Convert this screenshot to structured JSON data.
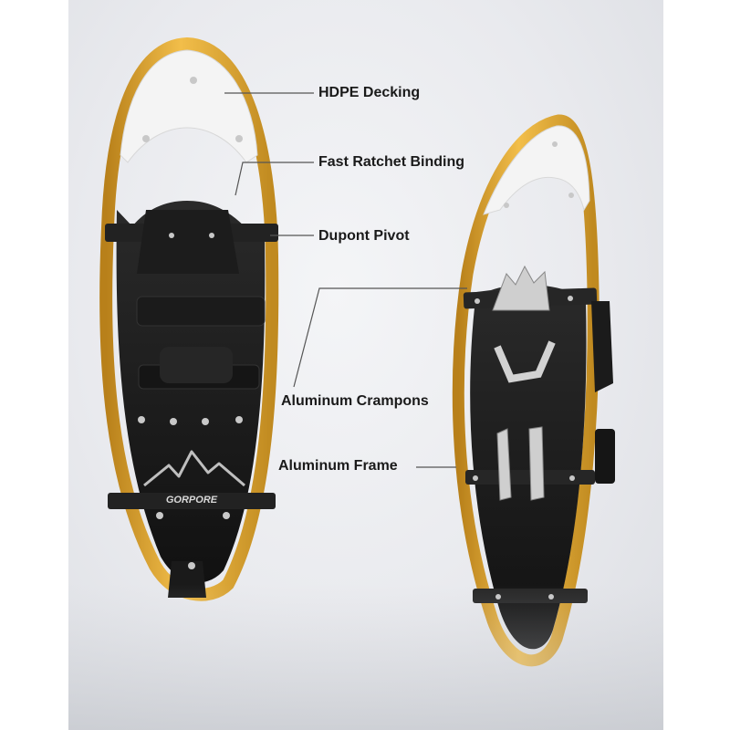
{
  "image": {
    "description_free": true,
    "background_color": "#e9eaee",
    "frame_color": "#e0a227",
    "deck_color": "#1e1e1e",
    "tip_color": "#f4f4f4"
  },
  "callouts": [
    {
      "label": "HDPE Decking"
    },
    {
      "label": "Fast Ratchet Binding"
    },
    {
      "label": "Dupont Pivot"
    },
    {
      "label": "Aluminum Crampons"
    },
    {
      "label": "Aluminum Frame"
    }
  ],
  "brand": {
    "logo_text": "GORPORE"
  }
}
